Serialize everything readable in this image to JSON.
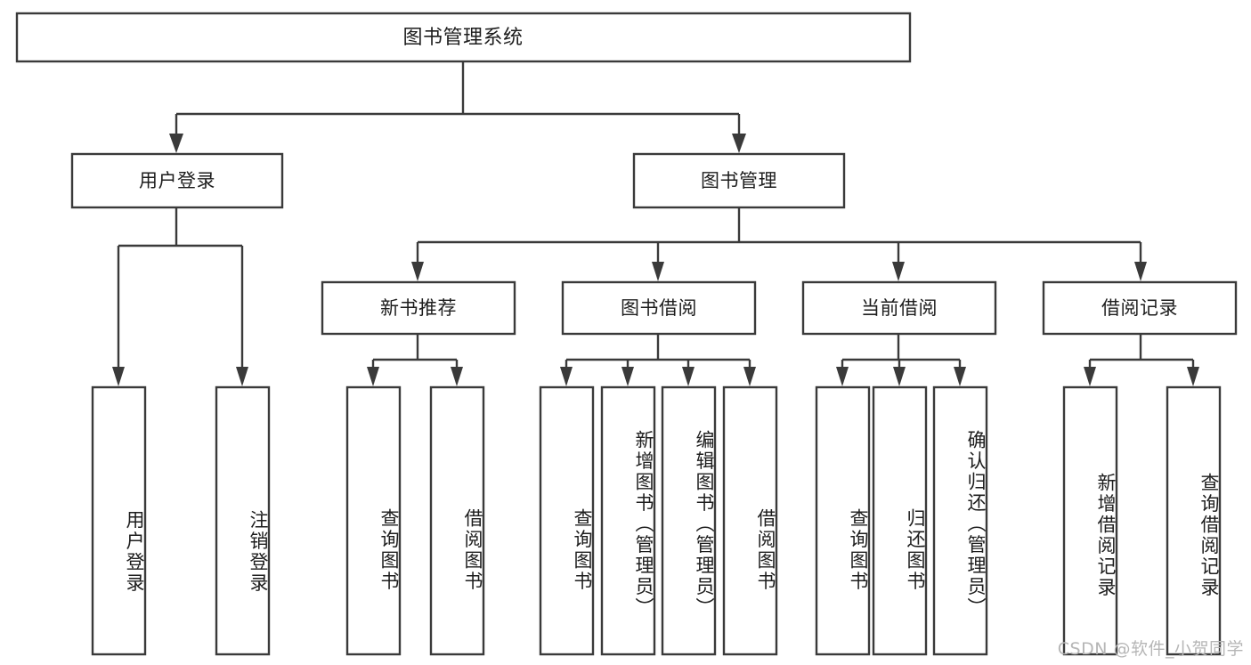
{
  "diagram": {
    "type": "tree-hierarchy",
    "title": "图书管理系统",
    "watermark": "CSDN @软件_小贺同学",
    "colors": {
      "background": "#ffffff",
      "stroke": "#3a3a3a",
      "box_fill": "#ffffff",
      "text": "#1d1d1d",
      "watermark": "#b6b6b6"
    },
    "root": {
      "label": "图书管理系统"
    },
    "level2": [
      {
        "label": "用户登录"
      },
      {
        "label": "图书管理"
      }
    ],
    "level3": [
      {
        "label": "新书推荐"
      },
      {
        "label": "图书借阅"
      },
      {
        "label": "当前借阅"
      },
      {
        "label": "借阅记录"
      }
    ],
    "leaves": {
      "user_login": [
        {
          "label": "用户登录"
        },
        {
          "label": "注销登录"
        }
      ],
      "new_book_recommend": [
        {
          "label": "查询图书"
        },
        {
          "label": "借阅图书"
        }
      ],
      "book_borrow": [
        {
          "label": "查询图书"
        },
        {
          "label": "新增图书（管理员）"
        },
        {
          "label": "编辑图书（管理员）"
        },
        {
          "label": "借阅图书"
        }
      ],
      "current_borrow": [
        {
          "label": "查询图书"
        },
        {
          "label": "归还图书"
        },
        {
          "label": "确认归还（管理员）"
        }
      ],
      "borrow_record": [
        {
          "label": "新增借阅记录"
        },
        {
          "label": "查询借阅记录"
        }
      ]
    }
  }
}
